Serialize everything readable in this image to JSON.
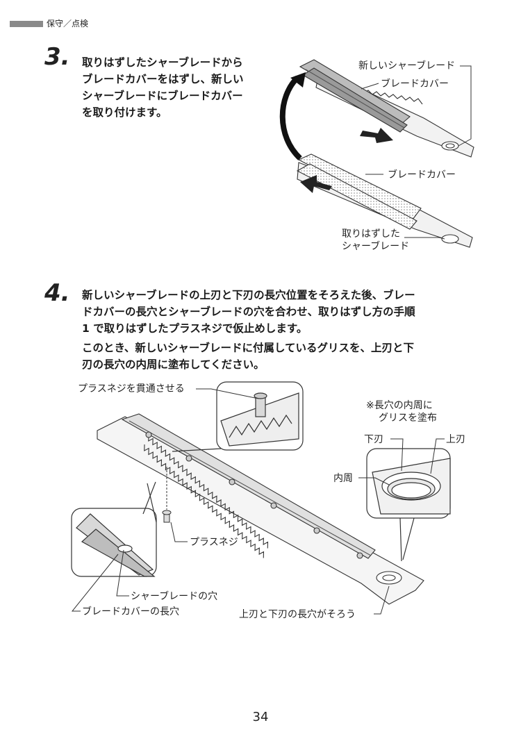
{
  "header": {
    "section": "保守／点検"
  },
  "step3": {
    "number": "3.",
    "lines": [
      "取りはずしたシャーブレードから",
      "ブレードカバーをはずし、新しい",
      "シャーブレードにブレードカバー",
      "を取り付けます。"
    ],
    "labels": {
      "new_blade": "新しいシャーブレード",
      "blade_cover_1": "ブレードカバー",
      "blade_cover_2": "ブレードカバー",
      "removed_blade_1": "取りはずした",
      "removed_blade_2": "シャーブレード"
    }
  },
  "step4": {
    "number": "4.",
    "paragraph1": [
      "新しいシャーブレードの上刃と下刃の長穴位置をそろえた後、ブレー",
      "ドカバーの長穴とシャーブレードの穴を合わせ、取りはずし方の手順",
      "1 で取りはずしたプラスネジで仮止めします。"
    ],
    "paragraph2": [
      "このとき、新しいシャーブレードに付属しているグリスを、上刃と下",
      "刃の長穴の内周に塗布してください。"
    ],
    "labels": {
      "screw_through": "プラスネジを貫通させる",
      "grease_note_1": "※長穴の内周に",
      "grease_note_2": "グリスを塗布",
      "lower_blade": "下刃",
      "upper_blade": "上刃",
      "inner": "内周",
      "screw": "プラスネジ",
      "blade_hole": "シャーブレードの穴",
      "cover_slot": "ブレードカバーの長穴",
      "slots_aligned": "上刃と下刃の長穴がそろう"
    }
  },
  "page_number": "34"
}
